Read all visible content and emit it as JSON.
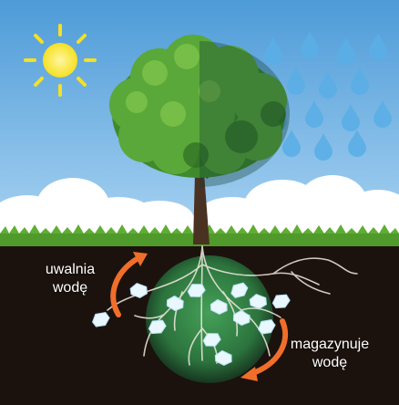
{
  "labels": {
    "release_line1": "uwalnia",
    "release_line2": "wodę",
    "store_line1": "magazynuje",
    "store_line2": "wodę"
  },
  "icons": [
    "sun-icon",
    "raindrop-icon",
    "tree-icon",
    "water-crystal-icon",
    "circular-arrow-icon"
  ],
  "colors": {
    "sky": "#6fb1e0",
    "sun": "#f6e023",
    "raindrop": "#5aaee6",
    "grass": "#4f9a2a",
    "soil": "#1c120d",
    "arrow": "#ef6f2a",
    "root_zone": "#2f8a46",
    "crystal": "#e9f7ff"
  }
}
